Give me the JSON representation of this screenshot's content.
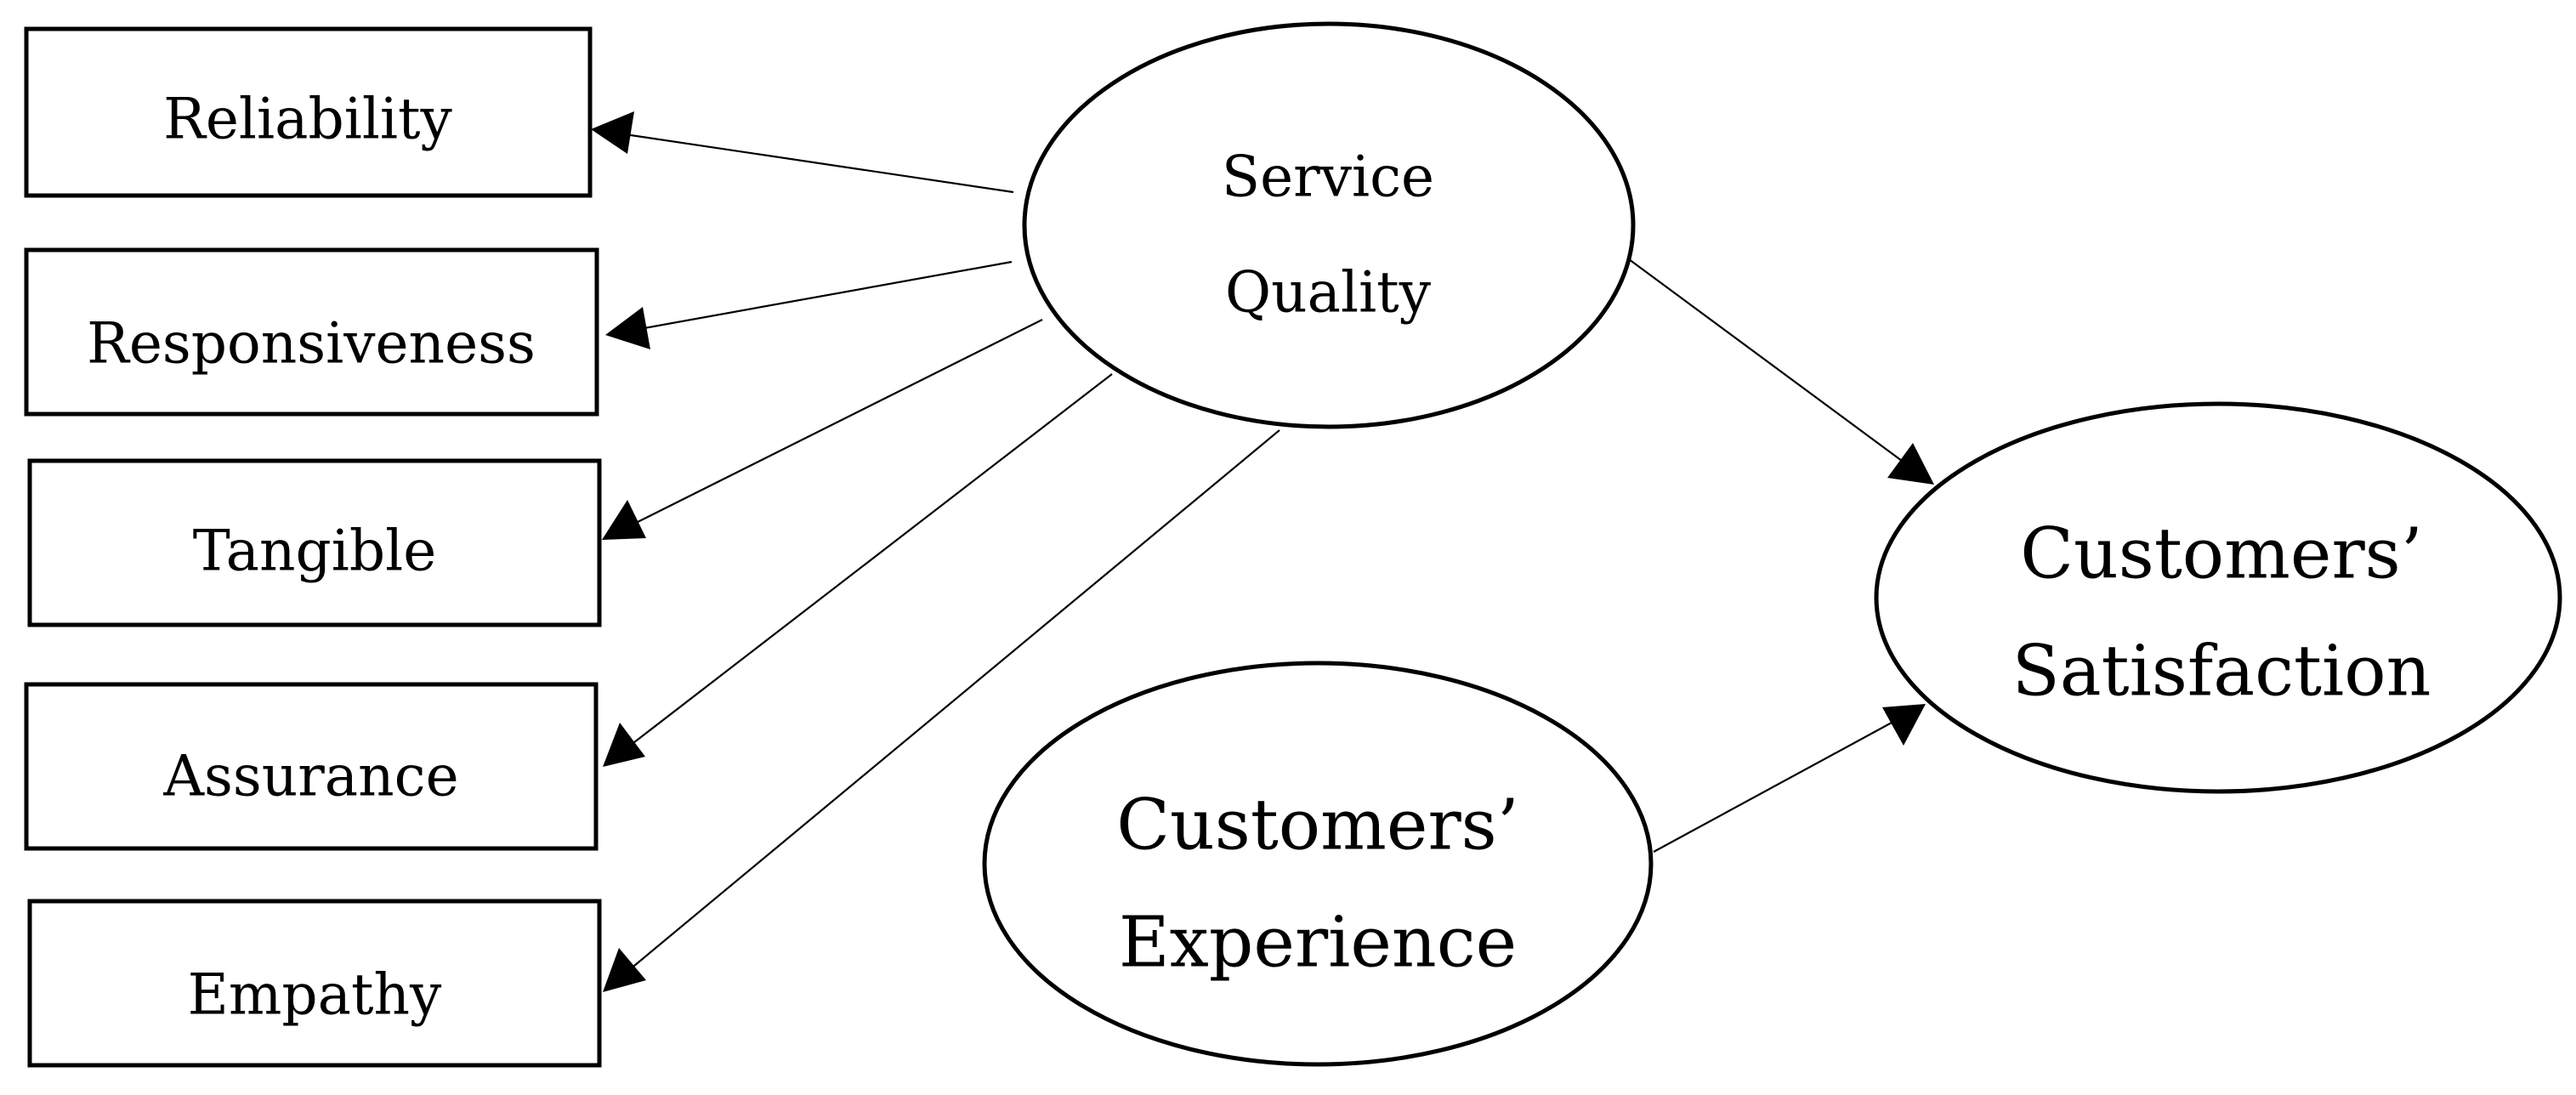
{
  "nodes": {
    "reliability": "Reliability",
    "responsiveness": "Responsiveness",
    "tangible": "Tangible",
    "assurance": "Assurance",
    "empathy": "Empathy",
    "service_quality": [
      "Service",
      "Quality"
    ],
    "customers_satisfaction": [
      "Customers’",
      "Satisfaction"
    ],
    "customers_experience": [
      "Customers’",
      "Experience"
    ]
  },
  "edges": [
    {
      "from": "service_quality",
      "to": "reliability"
    },
    {
      "from": "service_quality",
      "to": "responsiveness"
    },
    {
      "from": "service_quality",
      "to": "tangible"
    },
    {
      "from": "service_quality",
      "to": "assurance"
    },
    {
      "from": "service_quality",
      "to": "empathy"
    },
    {
      "from": "service_quality",
      "to": "customers_satisfaction"
    },
    {
      "from": "customers_experience",
      "to": "customers_satisfaction"
    }
  ],
  "colors": {
    "stroke": "#000000",
    "background": "#ffffff"
  }
}
